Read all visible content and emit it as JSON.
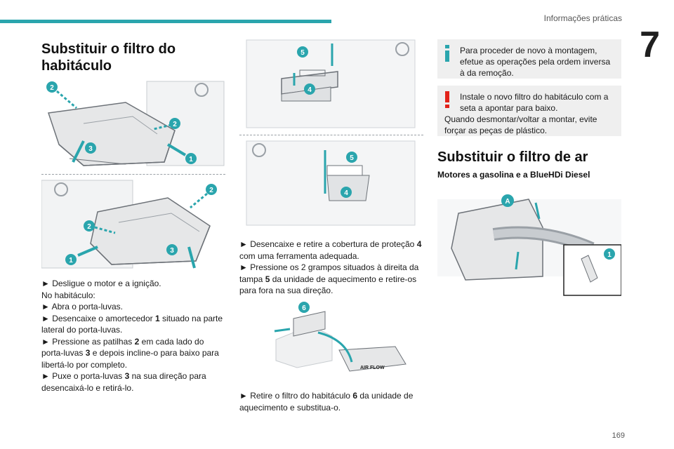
{
  "header": {
    "title": "Informações práticas",
    "chapter": "7",
    "accent_color": "#2aa5ad"
  },
  "col1": {
    "heading": "Substituir o filtro do habitáculo",
    "steps": [
      {
        "prefix": "► ",
        "text": "Desligue o motor e a ignição."
      },
      {
        "prefix": "",
        "text": "No habitáculo:"
      },
      {
        "prefix": "► ",
        "text": "Abra o porta-luvas."
      },
      {
        "prefix": "► ",
        "t1": "Desencaixe o amortecedor ",
        "b1": "1",
        "t2": " situado na parte lateral do porta-luvas."
      },
      {
        "prefix": "► ",
        "t1": "Pressione as patilhas ",
        "b1": "2",
        "t2": " em cada lado do porta-luvas ",
        "b2": "3",
        "t3": " e depois incline-o para baixo para libertá-lo por completo."
      },
      {
        "prefix": "► ",
        "t1": "Puxe o porta-luvas ",
        "b1": "3",
        "t2": " na sua direção para desencaixá-lo e retirá-lo."
      }
    ]
  },
  "col2": {
    "steps": [
      {
        "prefix": "► ",
        "t1": "Desencaixe e retire a cobertura de proteção ",
        "b1": "4",
        "t2": " com uma ferramenta adequada."
      },
      {
        "prefix": "► ",
        "t1": "Pressione os 2 grampos situados à direita da tampa ",
        "b1": "5",
        "t2": " da unidade de aquecimento e retire-os para fora na sua direção."
      }
    ],
    "step_last": {
      "prefix": "► ",
      "t1": "Retire o filtro do habitáculo ",
      "b1": "6",
      "t2": " da unidade de aquecimento e substitua-o."
    },
    "filter_label": "AIR FLOW"
  },
  "col3": {
    "info_note": "Para proceder de novo à montagem, efetue as operações pela ordem inversa à da remoção.",
    "warn_line1": "Instale o novo filtro do habitáculo com a seta a apontar para baixo.",
    "warn_line2": "Quando desmontar/voltar a montar, evite forçar as peças de plástico.",
    "heading": "Substituir o filtro de ar",
    "subheading": "Motores a gasolina e a BlueHDi Diesel"
  },
  "callouts": {
    "c1": "1",
    "c2": "2",
    "c3": "3",
    "c4": "4",
    "c5": "5",
    "c6": "6",
    "cA": "A"
  },
  "page_number": "169",
  "colors": {
    "callout": "#2aa5ad",
    "info": "#2aa5ad",
    "warning": "#e2231a"
  }
}
